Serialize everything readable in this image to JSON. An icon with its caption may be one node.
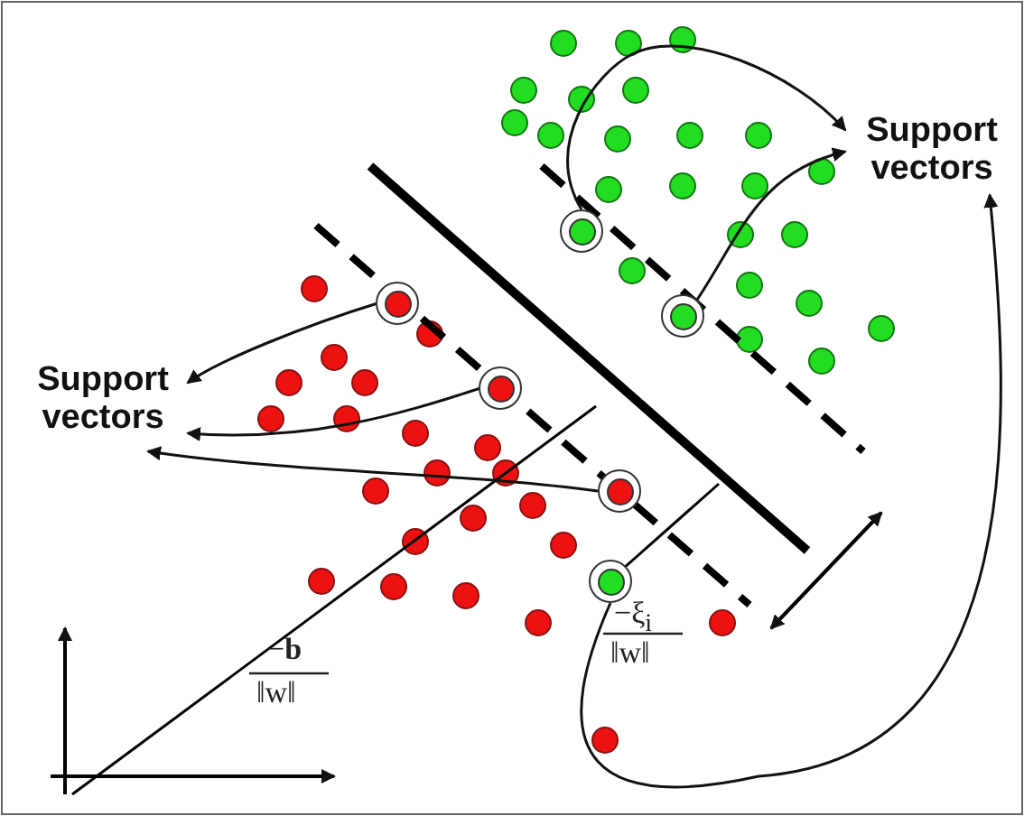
{
  "diagram": {
    "nodes": [
      {
        "text": [
          "Support vectors"
        ]
      },
      {
        "text": [
          "Support vectors"
        ]
      },
      {
        "text": [],
        "shape": "circle"
      },
      {
        "text": [],
        "shape": "circle"
      },
      {
        "text": [],
        "shape": "circle"
      },
      {
        "text": [],
        "shape": "circle"
      },
      {
        "text": [],
        "shape": "circle"
      },
      {
        "text": [],
        "shape": "circle"
      }
    ],
    "edges": [
      {
        "from": 3,
        "to": 0,
        "arrow": "to"
      },
      {
        "from": 5,
        "to": 0,
        "arrow": "to"
      },
      {
        "from": 7,
        "to": 0,
        "arrow": "to"
      },
      {
        "from": 2,
        "to": 1,
        "arrow": "to"
      },
      {
        "from": 4,
        "to": 1,
        "arrow": "to"
      },
      {
        "from": 6,
        "to": 1,
        "arrow": "to"
      }
    ],
    "labels": [
      "−**b**",
      "‖w‖",
      "−ξ$_{i}$",
      "‖w‖"
    ]
  }
}
